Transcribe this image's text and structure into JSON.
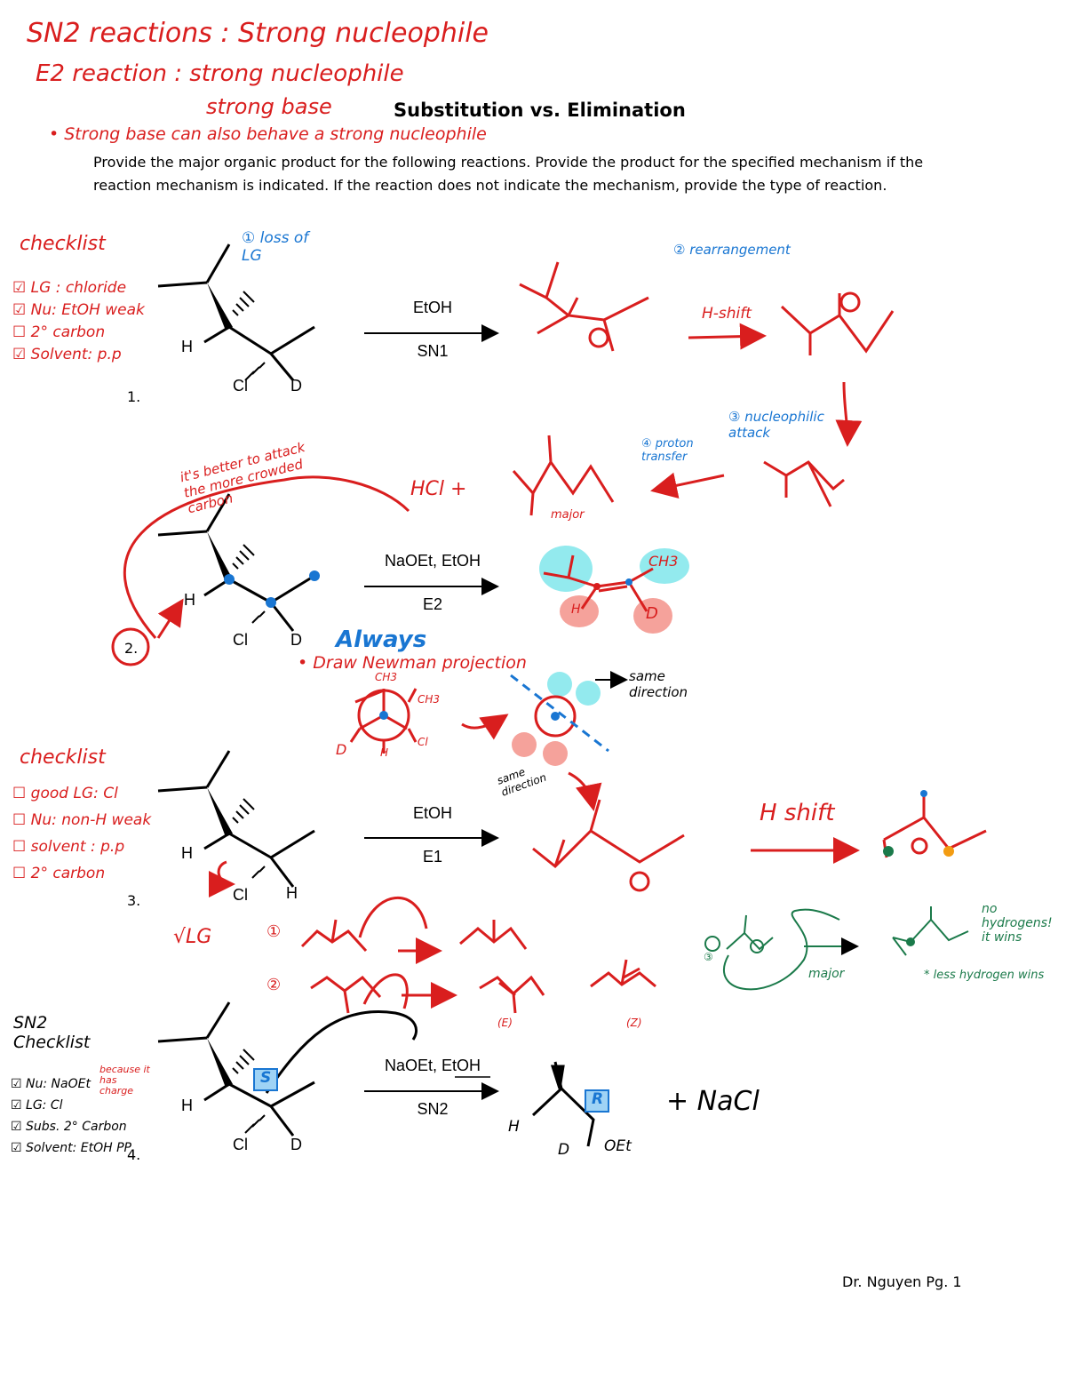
{
  "header": {
    "title": "Substitution vs. Elimination",
    "instructions": "Provide the major organic product for the following reactions. Provide the product for the specified mechanism if the reaction mechanism is indicated. If the reaction does not indicate the mechanism, provide the type of reaction."
  },
  "notes": {
    "line1": "SN2 reactions : Strong nucleophile",
    "line2": "E2 reaction : strong nucleophile",
    "line3": "strong base",
    "line4": "• Strong base can also behave a strong nucleophile"
  },
  "problems": [
    {
      "number": "1.",
      "reagent": "EtOH",
      "mechanism": "SN1",
      "atoms": [
        "H",
        "Cl",
        "D"
      ],
      "checklist_title": "checklist",
      "checklist": [
        "LG : chloride",
        "Nu: EtOH weak",
        "2° carbon",
        "Solvent: p.p"
      ],
      "steps": [
        "① loss of LG",
        "② rearrangement",
        "H-shift",
        "③ nucleophilic attack",
        "④ proton transfer"
      ],
      "side_product": "HCl +",
      "major_label": "major"
    },
    {
      "number": "2.",
      "reagent": "NaOEt, EtOH",
      "mechanism": "E2",
      "atoms": [
        "H",
        "Cl",
        "D"
      ],
      "note": "it's better to attack the more crowded carbon",
      "product_labels": [
        "CH3",
        "H",
        "D"
      ],
      "always_note": "Always",
      "newman_note": "• Draw Newman projection",
      "newman_labels": [
        "CH3",
        "CH3",
        "Cl",
        "H",
        "D"
      ],
      "same_direction": "same direction",
      "same_direction_2": "same direction"
    },
    {
      "number": "3.",
      "reagent": "EtOH",
      "mechanism": "E1",
      "atoms": [
        "H",
        "Cl",
        "H"
      ],
      "checklist_title": "checklist",
      "checklist": [
        "good LG: Cl",
        "Nu: non-H weak",
        "solvent : p.p",
        "2° carbon"
      ],
      "steps": [
        "H shift",
        "①",
        "②",
        "③",
        "major"
      ],
      "lg_note": "√LG",
      "zaitsev_note": "no hydrogens! it wins",
      "rule_note": "* less hydrogen wins",
      "isomer_labels": [
        "(E)",
        "(Z)"
      ]
    },
    {
      "number": "4.",
      "reagent": "NaOEt, EtOH",
      "mechanism": "SN2",
      "atoms": [
        "H",
        "Cl",
        "D"
      ],
      "checklist_title": "SN2 Checklist",
      "checklist": [
        "Nu: NaOEt",
        "LG: Cl",
        "Subs. 2° Carbon",
        "Solvent: EtOH PP"
      ],
      "charge_note": "because it has charge",
      "center_labels": [
        "S",
        "R"
      ],
      "product_atoms": [
        "H",
        "D",
        "OEt"
      ],
      "side_product": "+ NaCl"
    }
  ],
  "footer": {
    "page": "Dr. Nguyen Pg. 1"
  },
  "colors": {
    "annotation_red": "#d91e1e",
    "annotation_blue": "#1976d2",
    "annotation_green": "#1b7a4a"
  }
}
